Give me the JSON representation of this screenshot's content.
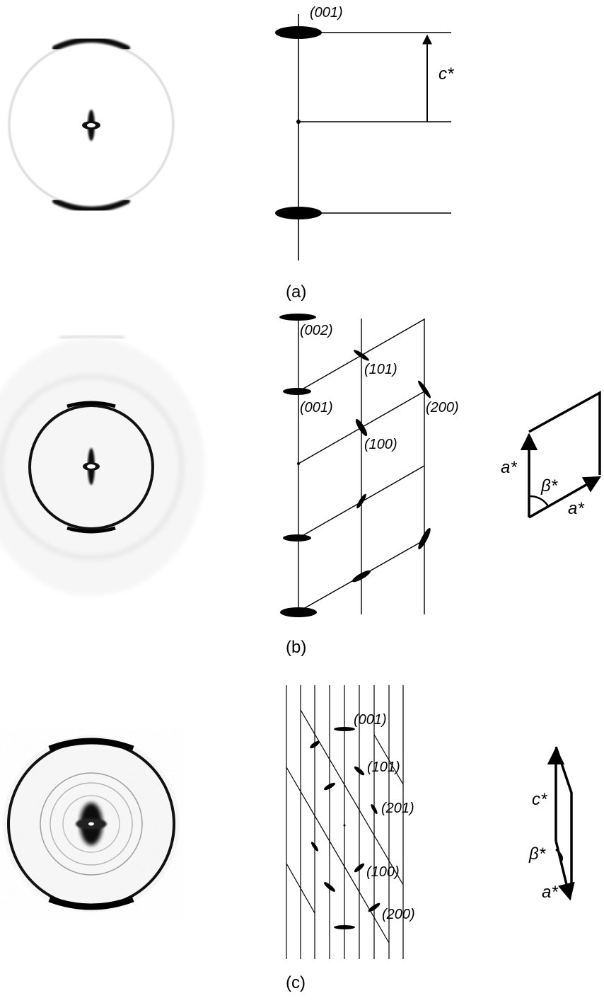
{
  "panels": {
    "a": {
      "label": "(a)",
      "reflections": [
        "(001)"
      ],
      "vectors": [
        "c*"
      ]
    },
    "b": {
      "label": "(b)",
      "reflections": [
        "(002)",
        "(101)",
        "(001)",
        "(200)",
        "(100)"
      ],
      "vectors": [
        "a*",
        "β*",
        "a*"
      ]
    },
    "c": {
      "label": "(c)",
      "reflections": [
        "(001)",
        "(101)",
        "(201)",
        "(100)",
        "(200)"
      ],
      "vectors": [
        "c*",
        "β*",
        "a*"
      ]
    }
  }
}
